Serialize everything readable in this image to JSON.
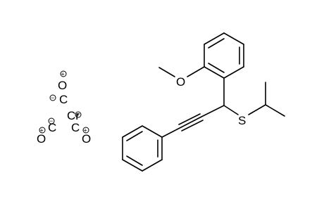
{
  "structure": {
    "labels": {
      "methoxy_o": "O",
      "thio_s": "S",
      "chromium": "Cr",
      "co_top_o": "O",
      "co_top_c": "C",
      "co_left_o": "O",
      "co_left_c": "C",
      "co_right_c": "C",
      "co_right_o": "O"
    },
    "charges": {
      "co_top_o": "+",
      "co_top_c": "−",
      "co_left_o": "+",
      "co_left_c": "−",
      "co_right_o": "+",
      "chromium": "+"
    }
  }
}
